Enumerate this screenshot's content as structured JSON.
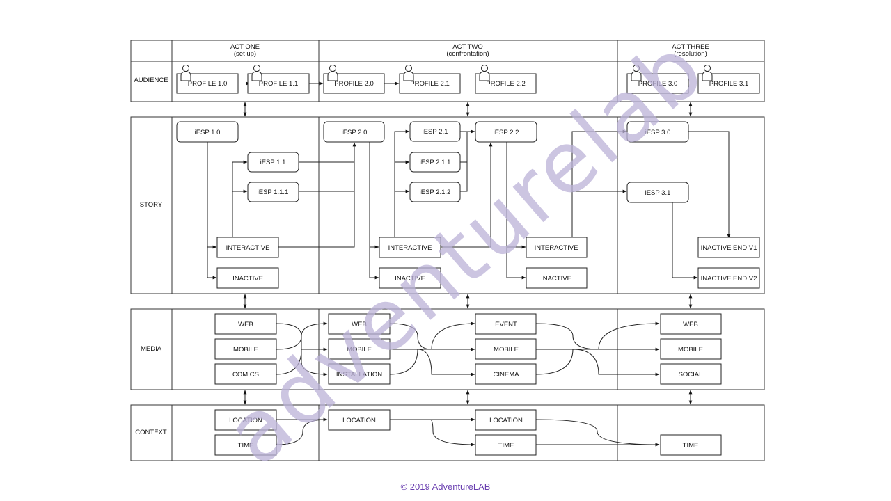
{
  "acts": [
    {
      "title": "ACT ONE",
      "subtitle": "(set up)"
    },
    {
      "title": "ACT TWO",
      "subtitle": "(confrontation)"
    },
    {
      "title": "ACT THREE",
      "subtitle": "(resolution)"
    }
  ],
  "rows": [
    "AUDIENCE",
    "STORY",
    "MEDIA",
    "CONTEXT"
  ],
  "audience": [
    "PROFILE 1.0",
    "PROFILE 1.1",
    "PROFILE 2.0",
    "PROFILE 2.1",
    "PROFILE 2.2",
    "PROFILE 3.0",
    "PROFILE 3.1"
  ],
  "story": {
    "iesp": [
      "iESP 1.0",
      "iESP 1.1",
      "iESP 1.1.1",
      "iESP 2.0",
      "iESP 2.1",
      "iESP 2.1.1",
      "iESP 2.1.2",
      "iESP 2.2",
      "iESP 3.0",
      "iESP 3.1"
    ],
    "interactive": "INTERACTIVE",
    "inactive": "INACTIVE",
    "end_v1": "INACTIVE END V1",
    "end_v2": "INACTIVE END V2"
  },
  "media": {
    "act1": [
      "WEB",
      "MOBILE",
      "COMICS"
    ],
    "act2a": [
      "WEB",
      "MOBILE",
      "INSTALLATION"
    ],
    "act2b": [
      "EVENT",
      "MOBILE",
      "CINEMA"
    ],
    "act3": [
      "WEB",
      "MOBILE",
      "SOCIAL"
    ]
  },
  "context": {
    "act1": [
      "LOCATION",
      "TIME"
    ],
    "act2a": [
      "LOCATION"
    ],
    "act2b": [
      "LOCATION",
      "TIME"
    ],
    "act3": [
      "TIME"
    ]
  },
  "watermark": "adventurelab",
  "footer": "© 2019 AdventureLAB"
}
